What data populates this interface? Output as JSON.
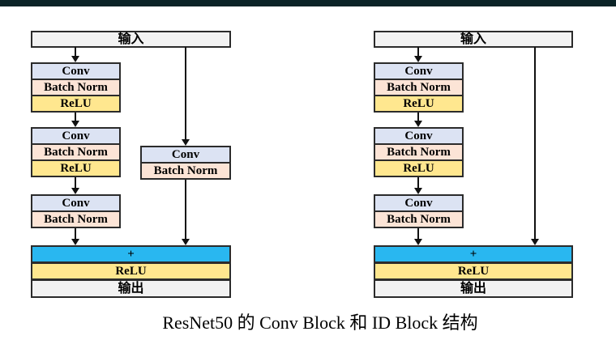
{
  "caption": "ResNet50 的 Conv Block 和 ID Block 结构",
  "colors": {
    "top_bar": "#0b2427",
    "box_border": "#2b2b2b",
    "input_output_fill": "#f2f2f2",
    "conv_fill": "#dce3f3",
    "batch_norm_fill": "#fce4d6",
    "relu_fill": "#ffe78f",
    "add_fill": "#29b7f0",
    "arrow": "#111111"
  },
  "conv_block": {
    "input_label": "输入",
    "main_path": [
      {
        "layers": [
          "Conv",
          "Batch Norm",
          "ReLU"
        ]
      },
      {
        "layers": [
          "Conv",
          "Batch Norm",
          "ReLU"
        ]
      },
      {
        "layers": [
          "Conv",
          "Batch Norm"
        ]
      }
    ],
    "shortcut_path": {
      "layers": [
        "Conv",
        "Batch Norm"
      ]
    },
    "add_label": "+",
    "relu_label": "ReLU",
    "output_label": "输出"
  },
  "id_block": {
    "input_label": "输入",
    "main_path": [
      {
        "layers": [
          "Conv",
          "Batch Norm",
          "ReLU"
        ]
      },
      {
        "layers": [
          "Conv",
          "Batch Norm",
          "ReLU"
        ]
      },
      {
        "layers": [
          "Conv",
          "Batch Norm"
        ]
      }
    ],
    "add_label": "+",
    "relu_label": "ReLU",
    "output_label": "输出"
  }
}
